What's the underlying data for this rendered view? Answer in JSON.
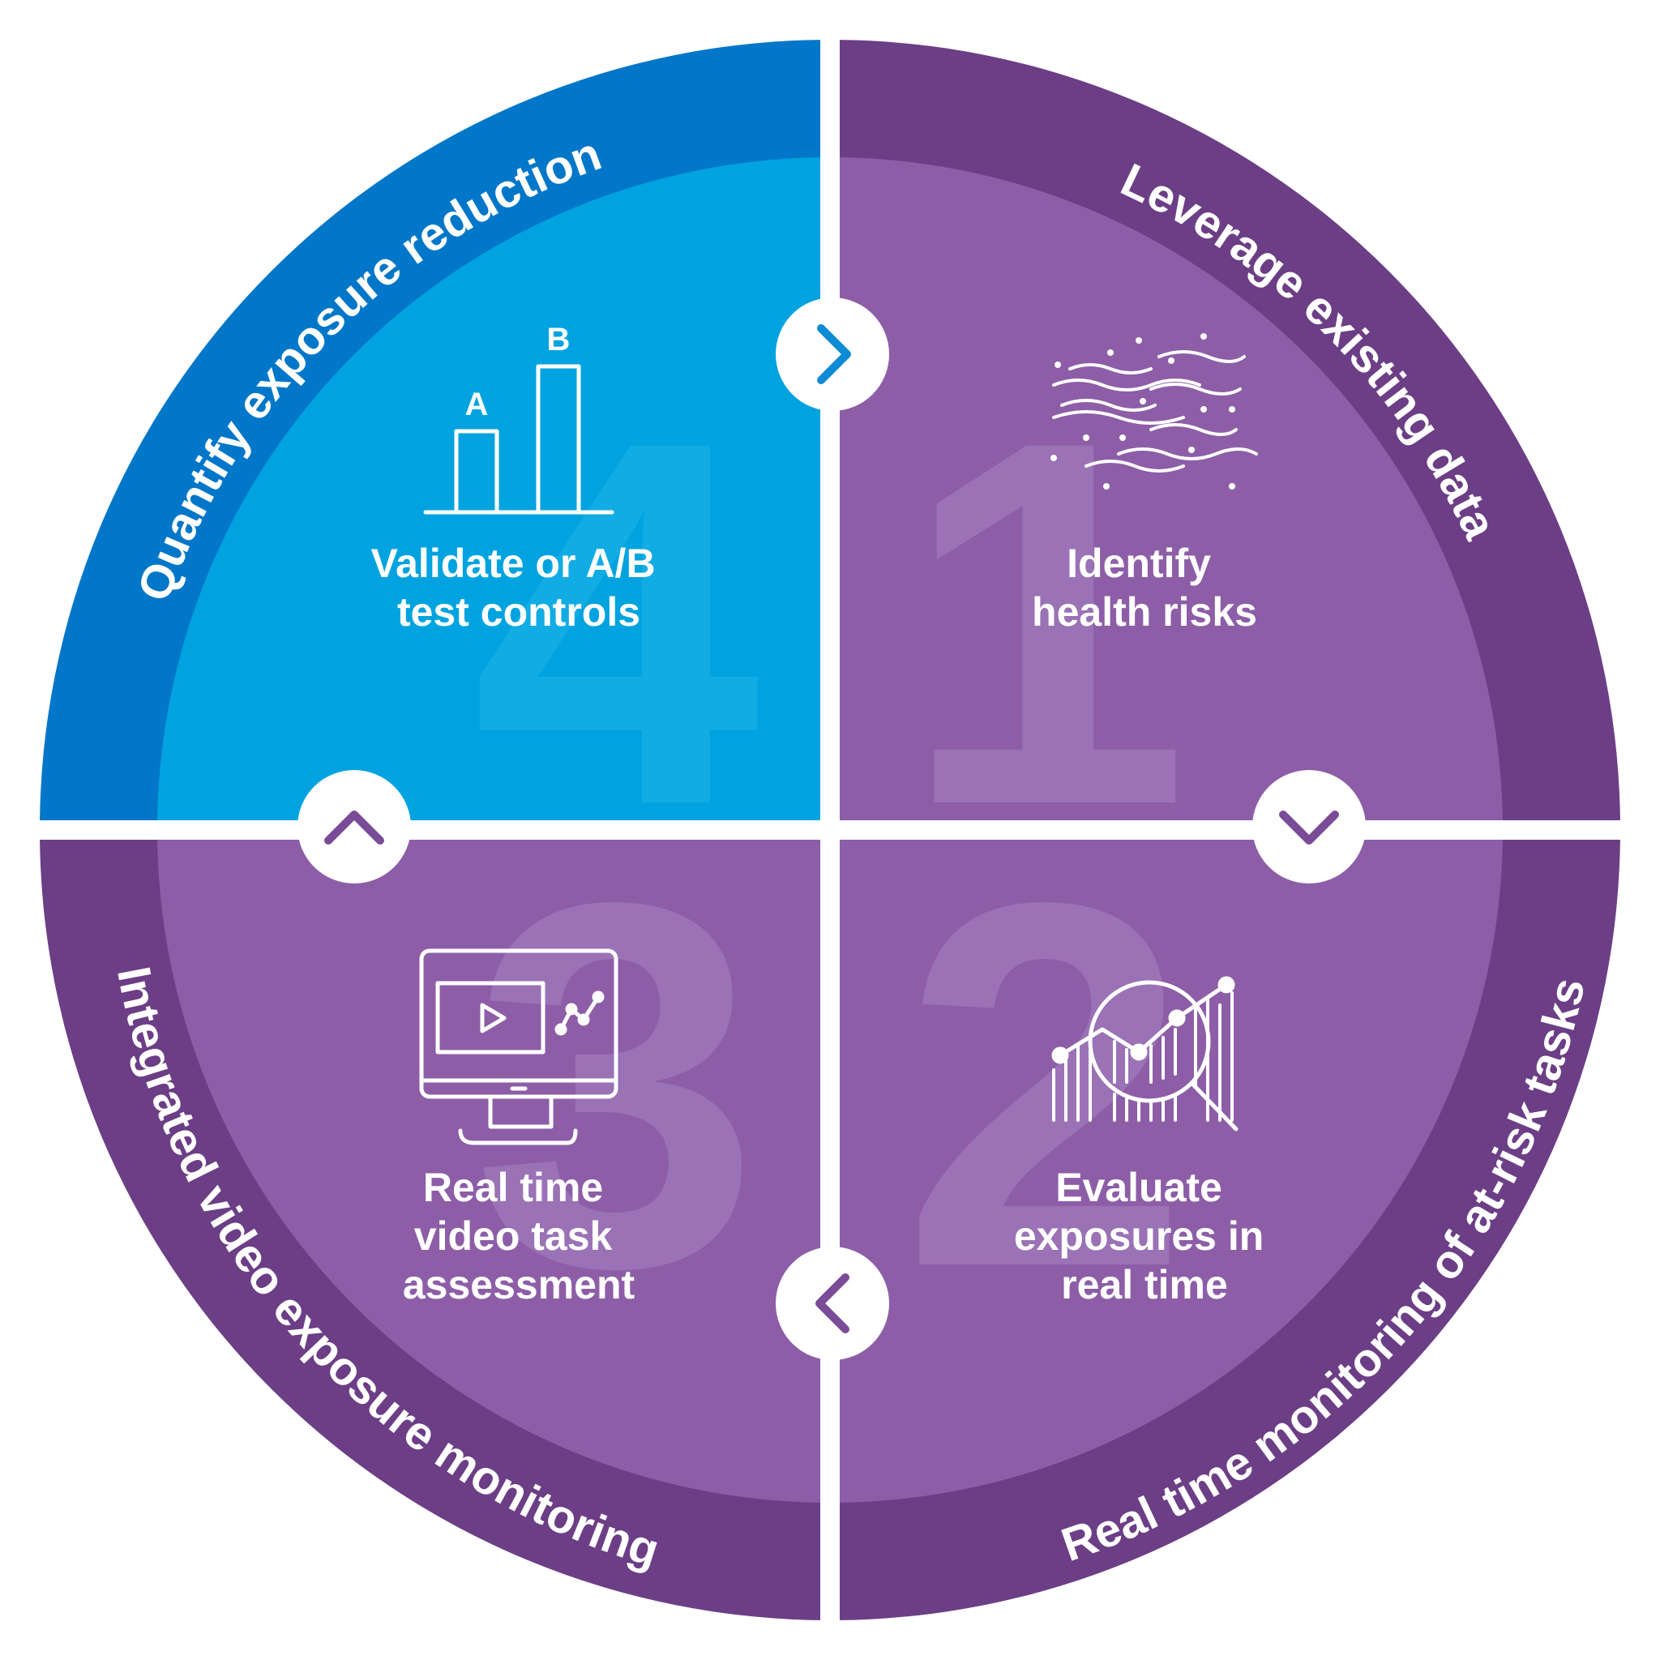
{
  "colors": {
    "outer_blue": "#0277C9",
    "inner_blue": "#00A3DF",
    "outer_purple": "#6C3E86",
    "inner_purple": "#8D5EA7",
    "numeral_purple": "#9A72B5",
    "numeral_blue": "#12ACE4",
    "white": "#FFFFFF",
    "accent_blue_arrow": "#0E8BD4",
    "accent_purple_arrow": "#7A4B97"
  },
  "quadrants": {
    "q1": {
      "number": "1",
      "arc_title": "Leverage existing data",
      "line1": "Identify",
      "line2": "health risks",
      "icon": "data-noise-icon"
    },
    "q2": {
      "number": "2",
      "arc_title": "Real time monitoring of at-risk tasks",
      "line1": "Evaluate",
      "line2": "exposures in",
      "line3": "real time",
      "icon": "analytics-magnifier-icon"
    },
    "q3": {
      "number": "3",
      "arc_title": "Integrated video exposure monitoring",
      "line1": "Real time",
      "line2": "video task",
      "line3": "assessment",
      "icon": "monitor-video-icon"
    },
    "q4": {
      "number": "4",
      "arc_title": "Quantify exposure reduction",
      "line1": "Validate or A/B",
      "line2": "test controls",
      "icon": "ab-bar-chart-icon",
      "bar_label_a": "A",
      "bar_label_b": "B"
    }
  },
  "arrows": {
    "top": "chevron-right-icon",
    "right": "chevron-down-icon",
    "bottom": "chevron-left-icon",
    "left": "chevron-up-icon"
  }
}
